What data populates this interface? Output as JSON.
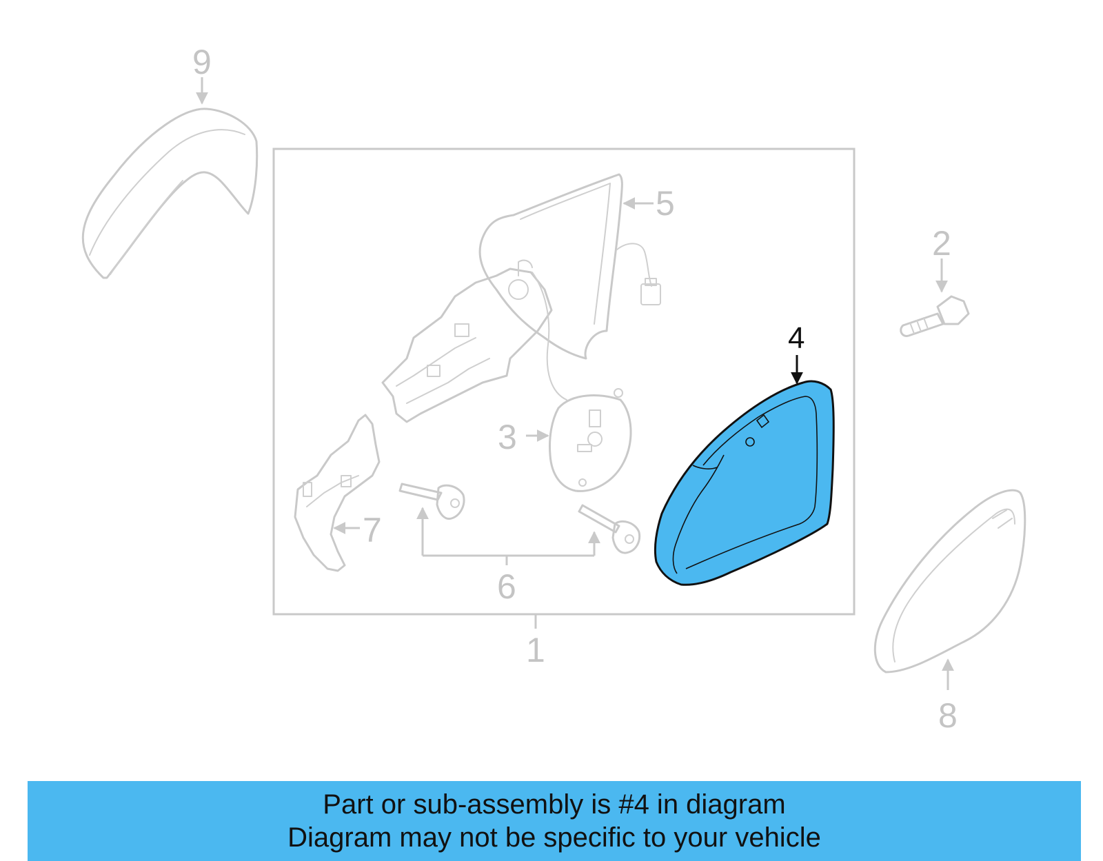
{
  "diagram": {
    "callouts": {
      "c1": "1",
      "c2": "2",
      "c3": "3",
      "c4": "4",
      "c5": "5",
      "c6": "6",
      "c7": "7",
      "c8": "8",
      "c9": "9"
    },
    "highlighted_part": "4",
    "colors": {
      "highlight_fill": "#4bb8f0",
      "part_stroke": "#c9c9c9",
      "highlight_stroke": "#111111",
      "banner": "#4bb8f0"
    }
  },
  "banner": {
    "line1": "Part or sub-assembly is #4 in diagram",
    "line2": "Diagram may not be specific to your vehicle"
  }
}
